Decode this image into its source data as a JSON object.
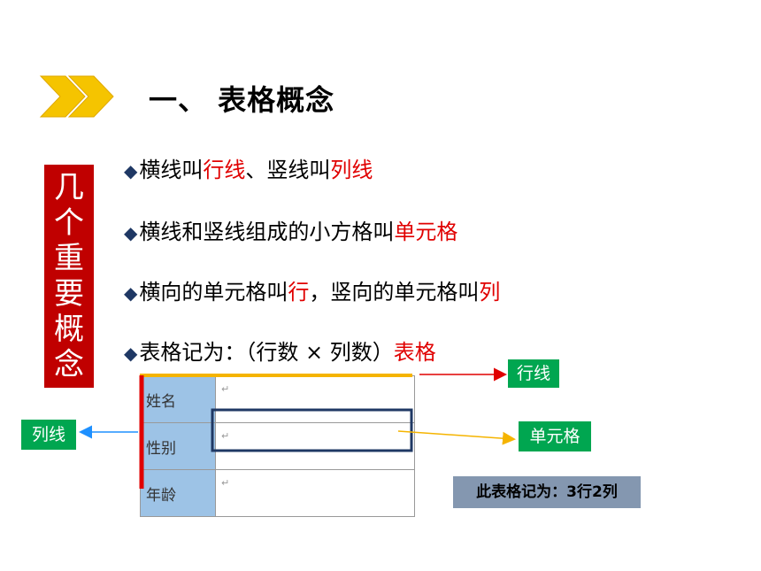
{
  "title": "一、 表格概念",
  "side_label": [
    "几",
    "个",
    "重",
    "要",
    "概",
    "念"
  ],
  "bullets": [
    {
      "parts": [
        "横线叫",
        "行线",
        "、竖线叫",
        "列线"
      ]
    },
    {
      "parts": [
        "横线和竖线组成的小方格叫",
        "单元格"
      ]
    },
    {
      "parts": [
        "横向的单元格叫",
        "行",
        "，竖向的单元格叫",
        "列"
      ]
    },
    {
      "parts": [
        "表格记为：（行数 × 列数）",
        "表格"
      ]
    }
  ],
  "bullet_marker": "◆",
  "table": {
    "headers": [
      "姓名",
      "性别",
      "年龄"
    ],
    "cell_mark": "↵"
  },
  "labels": {
    "row_line": "行线",
    "col_line": "列线",
    "cell": "单元格"
  },
  "note": "此表格记为：3行2列",
  "colors": {
    "accent_red": "#c00000",
    "highlight_red": "#e00000",
    "tag_green": "#00a650",
    "header_blue": "#9dc3e6",
    "chevron": "#f5c400",
    "note_bg": "#8497b0"
  },
  "icons": {
    "header_arrow": "double-chevron-icon"
  }
}
